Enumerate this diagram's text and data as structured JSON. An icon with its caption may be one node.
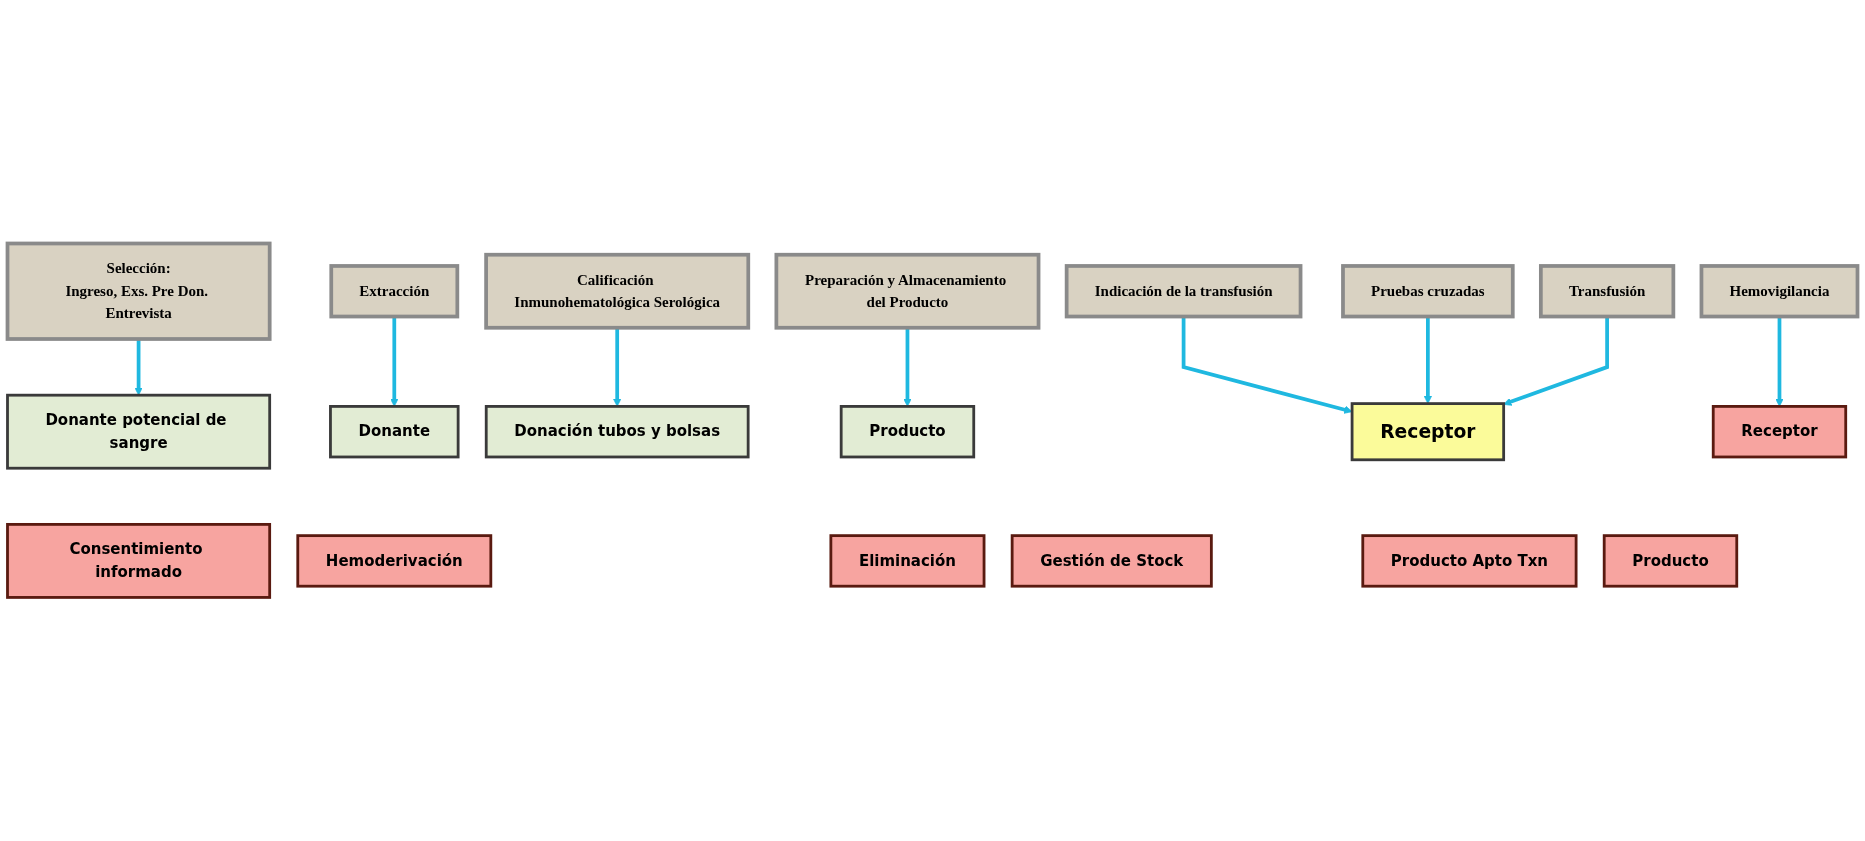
{
  "diagram": {
    "nodes": [
      {
        "text": [
          "Selección:",
          "Ingreso, Exs. Pre Don. Entrevista"
        ]
      },
      {
        "text": [
          "Extracción"
        ]
      },
      {
        "text": [
          "Calificación Inmunohematológica Serológica"
        ]
      },
      {
        "text": [
          "Preparación y Almacenamiento del Producto"
        ]
      },
      {
        "text": [
          "Indicación de la transfusión"
        ]
      },
      {
        "text": [
          "Pruebas cruzadas"
        ]
      },
      {
        "text": [
          "Transfusión"
        ]
      },
      {
        "text": [
          "Hemovigilancia"
        ]
      },
      {
        "text": [
          "Donante potencial de sangre"
        ]
      },
      {
        "text": [
          "Donante"
        ]
      },
      {
        "text": [
          "Donación tubos y bolsas"
        ]
      },
      {
        "text": [
          "Producto"
        ]
      },
      {
        "text": [
          "Receptor"
        ]
      },
      {
        "text": [
          "Receptor"
        ]
      },
      {
        "text": [
          "Consentimiento informado"
        ]
      },
      {
        "text": [
          "Hemoderivación"
        ]
      },
      {
        "text": [
          "Eliminación"
        ]
      },
      {
        "text": [
          "Gestión de Stock"
        ]
      },
      {
        "text": [
          "Producto Apto Txn"
        ]
      },
      {
        "text": [
          "Producto"
        ]
      }
    ],
    "edges": [
      {
        "from": 0,
        "to": 8,
        "arrow": "to"
      },
      {
        "from": 1,
        "to": 9,
        "arrow": "to"
      },
      {
        "from": 2,
        "to": 10,
        "arrow": "to"
      },
      {
        "from": 3,
        "to": 11,
        "arrow": "to"
      },
      {
        "from": 4,
        "to": 12,
        "arrow": "to"
      },
      {
        "from": 5,
        "to": 12,
        "arrow": "to"
      },
      {
        "from": 6,
        "to": 12,
        "arrow": "to"
      },
      {
        "from": 7,
        "to": 13,
        "arrow": "to"
      }
    ]
  }
}
